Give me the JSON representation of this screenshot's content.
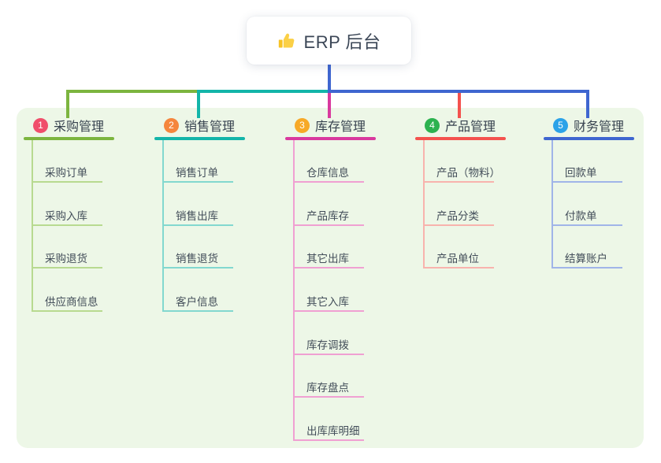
{
  "root": {
    "icon": "thumbs-up",
    "title": "ERP 后台"
  },
  "branches": [
    {
      "number": "1",
      "title": "采购管理",
      "badge_color": "#f04e6b",
      "line_color": "#7cb53f",
      "child_line_color": "#b8da90",
      "children": [
        "采购订单",
        "采购入库",
        "采购退货",
        "供应商信息"
      ]
    },
    {
      "number": "2",
      "title": "销售管理",
      "badge_color": "#f5863d",
      "line_color": "#13b5a9",
      "child_line_color": "#82d8cf",
      "children": [
        "销售订单",
        "销售出库",
        "销售退货",
        "客户信息"
      ]
    },
    {
      "number": "3",
      "title": "库存管理",
      "badge_color": "#f7a927",
      "line_color": "#d9399e",
      "child_line_color": "#f0a0d2",
      "children": [
        "仓库信息",
        "产品库存",
        "其它出库",
        "其它入库",
        "库存调拨",
        "库存盘点",
        "出库库明细"
      ]
    },
    {
      "number": "4",
      "title": "产品管理",
      "badge_color": "#2cb24f",
      "line_color": "#f4524e",
      "child_line_color": "#f8b3ad",
      "children": [
        "产品（物料）",
        "产品分类",
        "产品单位"
      ]
    },
    {
      "number": "5",
      "title": "财务管理",
      "badge_color": "#2ba2e8",
      "line_color": "#3f66d0",
      "child_line_color": "#a0b5e8",
      "children": [
        "回款单",
        "付款单",
        "结算账户"
      ]
    }
  ],
  "colors": {
    "panel_bg": "#edf7e7",
    "root_connector": "#3f66d0",
    "title_text": "#37424f",
    "child_text": "#424d59"
  }
}
